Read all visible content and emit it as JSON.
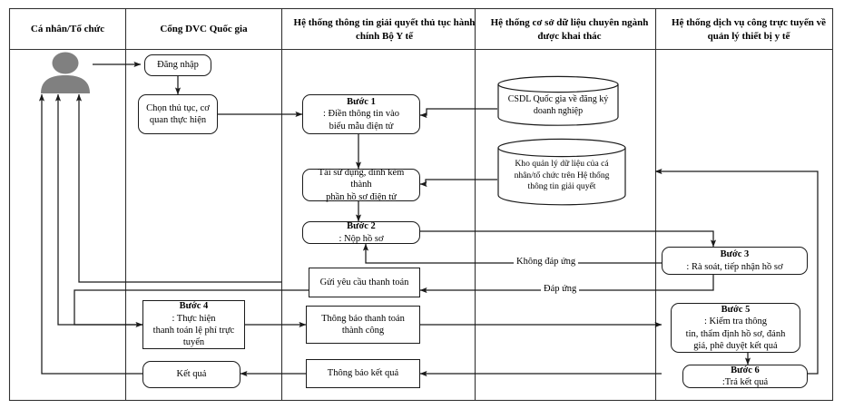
{
  "diagram": {
    "title": "Quy trinh giai quyet thu tuc hanh chinh truc tuyen",
    "columns": [
      {
        "id": "col-citizen",
        "label": "Cá nhân/Tổ chức"
      },
      {
        "id": "col-dvc",
        "label": "Cổng DVC Quốc gia"
      },
      {
        "id": "col-moh",
        "label": "Hệ thống thông tin giải quyết thủ tục hành chính Bộ Y tế"
      },
      {
        "id": "col-db",
        "label": "Hệ thống cơ sở dữ liệu chuyên ngành được khai thác"
      },
      {
        "id": "col-device",
        "label": "Hệ thống dịch vụ công trực tuyến về quản lý thiết bị y tế"
      }
    ],
    "actor": {
      "name": "citizen-avatar",
      "color": "#808080"
    },
    "nodes": [
      {
        "id": "n-dangnhap",
        "column": "col-dvc",
        "shape": "rounded",
        "text": "Đăng nhập"
      },
      {
        "id": "n-chonthutuc",
        "column": "col-dvc",
        "shape": "rounded",
        "text": "Chọn thủ tục, cơ quan thực hiện"
      },
      {
        "id": "n-buoc1",
        "column": "col-moh",
        "shape": "rounded",
        "bold_prefix": "Bước 1",
        "text": "Bước 1: Điền thông tin vào biểu mẫu điện tử"
      },
      {
        "id": "n-taisudung",
        "column": "col-moh",
        "shape": "rounded",
        "text": "Tái sử dụng, đính kèm thành phần hồ sơ điện tử"
      },
      {
        "id": "n-buoc2",
        "column": "col-moh",
        "shape": "rounded",
        "bold_prefix": "Bước 2",
        "text": "Bước 2: Nộp hồ sơ"
      },
      {
        "id": "n-guiyeucau",
        "column": "col-moh",
        "shape": "square",
        "text": "Gửi yêu cầu thanh toán"
      },
      {
        "id": "n-buoc4",
        "column": "col-dvc",
        "shape": "square",
        "bold_prefix": "Bước 4",
        "text": "Bước 4: Thực hiện thanh toán lệ phí trực tuyến"
      },
      {
        "id": "n-tbthanhtoan",
        "column": "col-moh",
        "shape": "square",
        "text": "Thông báo thanh toán thành công"
      },
      {
        "id": "n-tbketqua",
        "column": "col-moh",
        "shape": "square",
        "text": "Thông báo kết quả"
      },
      {
        "id": "n-ketqua",
        "column": "col-dvc",
        "shape": "rounded",
        "text": "Kết quả"
      },
      {
        "id": "n-csdl",
        "column": "col-db",
        "shape": "cylinder",
        "text": "CSDL Quốc gia về đăng ký doanh nghiệp"
      },
      {
        "id": "n-kho",
        "column": "col-db",
        "shape": "cylinder",
        "text": "Kho quản lý dữ liệu của cá nhân/tổ chức trên Hệ thống thông tin giải quyết"
      },
      {
        "id": "n-buoc3",
        "column": "col-device",
        "shape": "rounded",
        "bold_prefix": "Bước 3",
        "text": "Bước 3: Rà soát, tiếp nhận hồ sơ"
      },
      {
        "id": "n-buoc5",
        "column": "col-device",
        "shape": "rounded",
        "bold_prefix": "Bước 5",
        "text": "Bước 5: Kiểm tra thông tin, thẩm định hồ sơ, đánh giá, phê duyệt kết quả"
      },
      {
        "id": "n-buoc6",
        "column": "col-device",
        "shape": "rounded",
        "bold_prefix": "Bước 6",
        "text": "Bước 6:Trả kết quả"
      }
    ],
    "node_text": {
      "dangnhap": "Đăng nhập",
      "chonthutuc_l1": "Chọn thủ tục, cơ",
      "chonthutuc_l2": "quan thực hiện",
      "buoc1_bold": "Bước 1",
      "buoc1_l1": ": Điền thông tin vào",
      "buoc1_l2": "biểu mẫu điện tử",
      "taisudung_l1": "Tái sử dụng, đính kèm thành",
      "taisudung_l2": "phần hồ sơ điện tử",
      "buoc2_bold": "Bước 2",
      "buoc2_rest": ": Nộp hồ sơ",
      "guiyeucau": "Gửi yêu cầu thanh toán",
      "buoc4_bold": "Bước 4",
      "buoc4_l1": ": Thực hiện",
      "buoc4_l2": "thanh toán lệ phí trực",
      "buoc4_l3": "tuyến",
      "tbthanhtoan_l1": "Thông báo thanh toán",
      "tbthanhtoan_l2": "thành công",
      "tbketqua": "Thông báo kết quả",
      "ketqua": "Kết quả",
      "csdl_l1": "CSDL Quốc gia về đăng ký",
      "csdl_l2": "doanh nghiệp",
      "kho_l1": "Kho quản lý dữ liệu của cá",
      "kho_l2": "nhân/tổ chức trên Hệ thống",
      "kho_l3": "thông tin giải quyết",
      "buoc3_bold": "Bước 3",
      "buoc3_rest": ": Rà soát, tiếp nhận hồ sơ",
      "buoc5_bold": "Bước 5",
      "buoc5_l1": ": Kiểm tra thông",
      "buoc5_l2": "tin, thẩm định hồ sơ, đánh",
      "buoc5_l3": "giá, phê duyệt kết quả",
      "buoc6_bold": "Bước 6",
      "buoc6_rest": ":Trả kết quả"
    },
    "edge_labels": [
      {
        "id": "lbl-khongdapung",
        "text": "Không đáp ứng"
      },
      {
        "id": "lbl-dapung",
        "text": "Đáp ứng"
      }
    ],
    "colors": {
      "line": "#1a1a1a",
      "actor_fill": "#808080",
      "background": "#ffffff",
      "border": "#333333"
    }
  }
}
